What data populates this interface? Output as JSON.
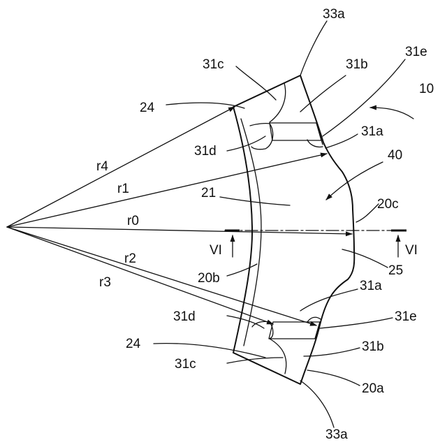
{
  "figure": {
    "reference_numeral": "10",
    "radii": {
      "r0": "r0",
      "r1": "r1",
      "r2": "r2",
      "r3": "r3",
      "r4": "r4"
    },
    "parts": {
      "body": "21",
      "flat": "25",
      "edge_inner": "20b",
      "edge_outer": "20c",
      "edge_side": "20a",
      "recess": "40"
    },
    "upper": {
      "chamfer": "24",
      "pocket_a": "31a",
      "pocket_b": "31b",
      "pocket_c": "31c",
      "pocket_d": "31d",
      "pocket_e": "31e",
      "corner": "33a"
    },
    "lower": {
      "chamfer": "24",
      "pocket_a": "31a",
      "pocket_b": "31b",
      "pocket_c": "31c",
      "pocket_d": "31d",
      "pocket_e": "31e",
      "corner": "33a"
    },
    "section": {
      "left": "VI",
      "right": "VI"
    }
  }
}
